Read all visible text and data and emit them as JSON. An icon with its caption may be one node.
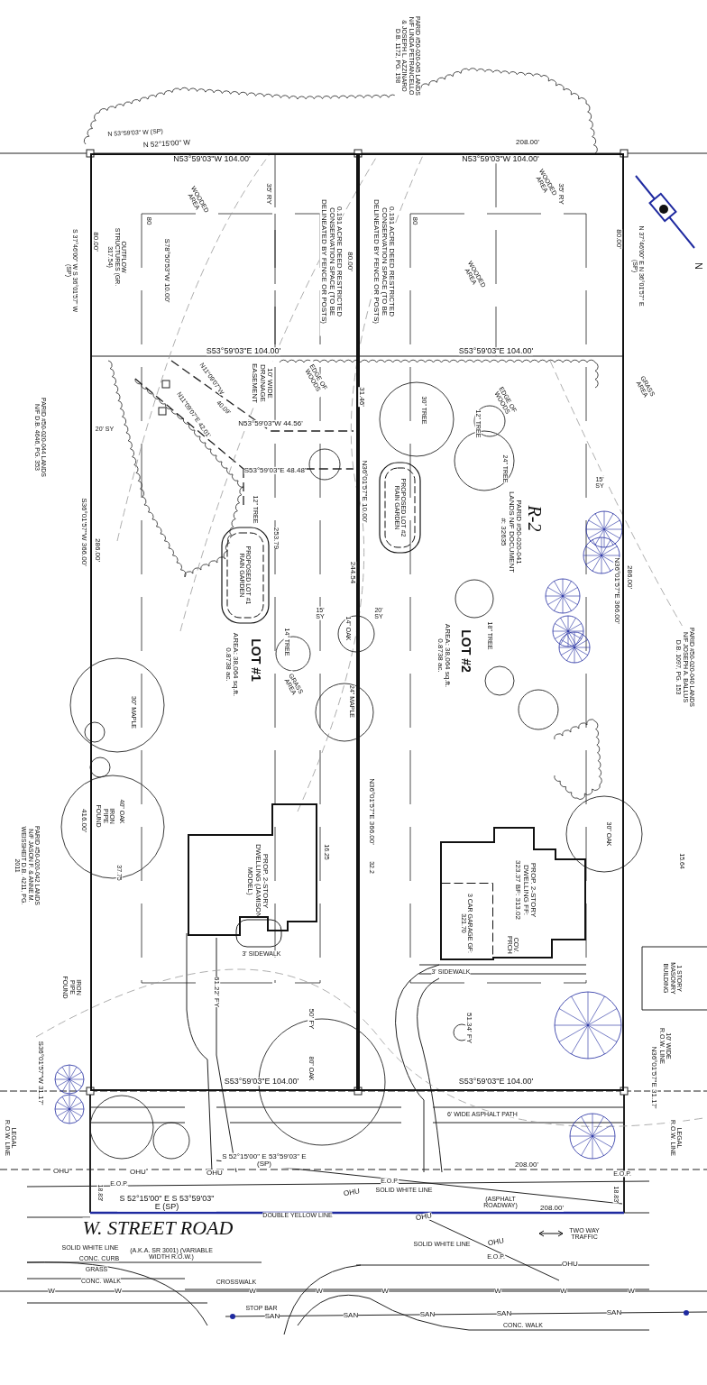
{
  "diagram": {
    "nodes": [
      {
        "text": [
          "LOT #1",
          "AREA: 38,064 sq.ft. 0.8738 ac."
        ]
      },
      {
        "text": [
          "LOT #2",
          "AREA: 38,064 sq.ft. 0.8738 ac."
        ]
      },
      {
        "text": [
          "PROP. 2-STORY DWELLING (JAMISON MODEL)"
        ],
        "in": 0
      },
      {
        "text": [
          "PROP. 2-STORY DWELLING FF: 323.37 BF: 313.02",
          "COV. PRCH"
        ],
        "in": 1
      },
      {
        "text": [
          "3 CAR GARAGE GF: 321.70"
        ],
        "in": 3
      },
      {
        "text": [
          "PROPOSED LOT #1 RAIN GARDEN"
        ],
        "in": 0
      },
      {
        "text": [
          "PROPOSED LOT #2 RAIN GARDEN"
        ],
        "in": 1
      }
    ],
    "labels": [
      "N 53°59'03\" W (SP)",
      "N 52°15'00\" W",
      "PARID #50-020-045 LANDS N/F LINDA PETRANCELLO & JOSEPH L. AZZINARO D.B. 1172, PG. 198",
      "208.00'",
      "N53°59'03\"W 104.00'",
      "N53°59'03\"W 104.00'",
      "35' RY",
      "35' RY",
      "80",
      "80",
      "0.191 ACRE DEED RESTRICTED CONSERVATION SPACE (TO BE DELINEATED BY FENCE OR POSTS)",
      "80.00'",
      "0.191 ACRE DEED RESTRICTED CONSERVATION SPACE (TO BE DELINEATED BY FENCE OR POSTS)",
      "S 37°46'00\" W S 36°01'57\" W (SP)",
      "80.00'",
      "OUTFLOW STRUCTURES (GR. 317.54)",
      "S78°50'53\"W 10.00'",
      "80.00'",
      "N 37°46'00\" E N 36°01'57\" E (SP)",
      "N",
      "S53°59'03\"E 104.00'",
      "S53°59'03\"E 104.00'",
      "N11°09'07\"W",
      "10' WIDE DRAINAGE EASEMENT",
      "20' SY",
      "N11°09'07\"E 42.01'",
      "40.09'",
      "N53°59'03\"W 44.56'",
      "S53°59'03\"E 48.48'",
      "31.46'",
      "N36°01'57\"E 10.00'",
      "253.79",
      "244.54",
      "S36°01'57\"W 366.00'",
      "286.00'",
      "R-2",
      "PARID #50-020-041 LANDS N/F DOCUMENT #: 32635",
      "15' SY",
      "N36°01'57\"E 366.00'",
      "286.00'",
      "15' SY",
      "20' SY",
      "PARID #50-020-044 LANDS N/F D.B. 4646, PG. 353",
      "PARID #50-020-042 LANDS N/F JASON F. & ANNE M. WEISSHEIT D.B. 4211, PG. 2011",
      "PARID #50-020-040 LANDS N/F JOSEPH A. BALLUS D.B. 1097, PG. 153",
      "N36°01'57\"E 366.00'",
      "416.00'",
      "IRON PIPE FOUND",
      "IRON PIPE FOUND",
      "37.75",
      "16.25",
      "32.2",
      "15.64",
      "3' SIDEWALK",
      "3' SIDEWALK",
      "61.22' FY",
      "50' FY",
      "51.34' FY",
      "S36°01'57\"W 31.17'",
      "N36°01'57\"E 31.17'",
      "S53°59'03\"E 104.00'",
      "S53°59'03\"E 104.00'",
      "6' WIDE ASPHALT PATH",
      "S 52°15'00\" E 53°59'03\" E (SP)",
      "208.00'",
      "208.00'",
      "OHU",
      "OHU",
      "OHU",
      "OHU",
      "OHU",
      "OHU",
      "OHU",
      "E.O.P.",
      "E.O.P.",
      "E.O.P.",
      "E.O.P.",
      "18.83'",
      "18.83'",
      "S 52°15'00\" E S 53°59'03\" E (SP)",
      "SOLID WHITE LINE",
      "SOLID WHITE LINE",
      "SOLID WHITE LINE",
      "DOUBLE YELLOW LINE",
      "(ASPHALT ROADWAY)",
      "W. STREET ROAD",
      "(A.K.A. SR 3001) (VARIABLE WIDTH R.O.W.)",
      "TWO WAY TRAFFIC",
      "CONC. CURB",
      "GRASS",
      "CONC. WALK",
      "CROSSWALK",
      "STOP BAR",
      "CONC. WALK",
      "W",
      "W",
      "W",
      "W",
      "W",
      "W",
      "W",
      "W",
      "SAN",
      "SAN",
      "SAN",
      "SAN",
      "SAN",
      "1 STORY MASONRY BUILDING",
      "10' WIDE R.O.W. LINE",
      "LEGAL R.O.W. LINE",
      "LEGAL R.O.W. LINE",
      "30\" TREE",
      "12\" TREE",
      "24\" TREE",
      "12\" TREE",
      "14\" TREE",
      "14\" OAK",
      "18\" TREE",
      "30\" MAPLE",
      "24\" MAPLE",
      "WOODED AREA",
      "WOODED AREA",
      "WOODED AREA",
      "EDGE OF WOODS",
      "EDGE OF WOODS",
      "GRASS AREA",
      "GRASS AREA",
      "80\" OAK",
      "30\" OAK",
      "40\" OAK"
    ]
  }
}
